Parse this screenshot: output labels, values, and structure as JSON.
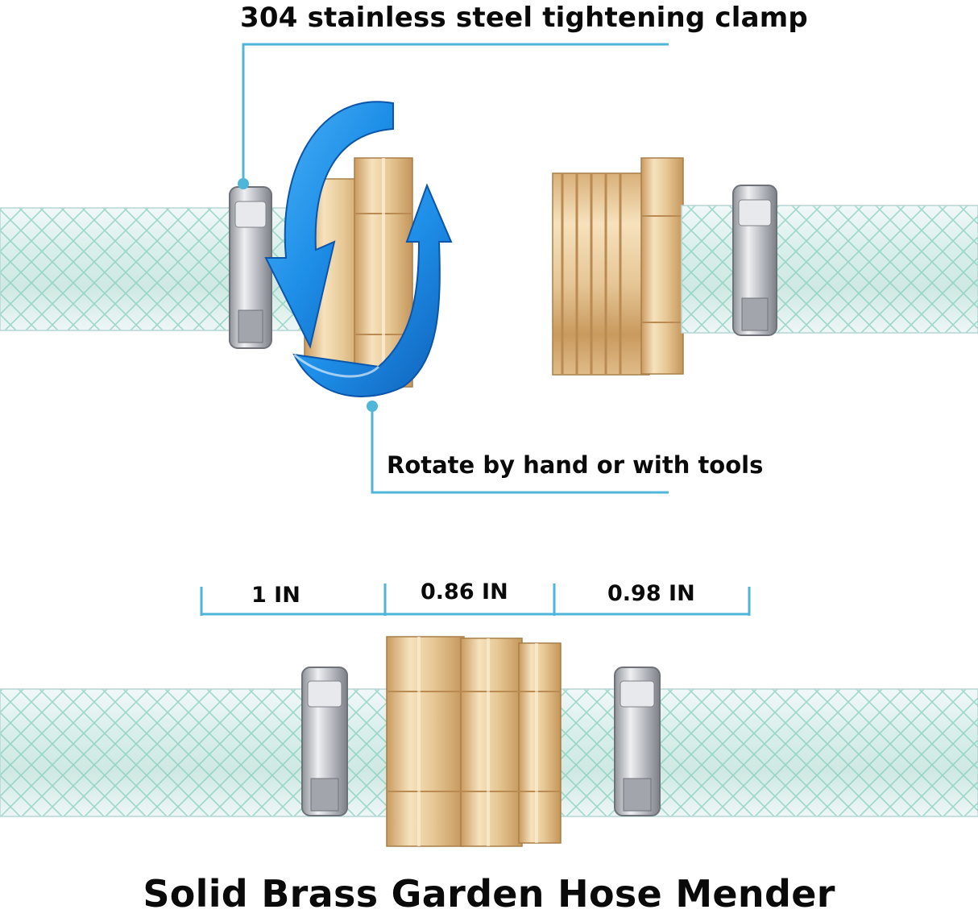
{
  "labels": {
    "clamp_callout": "304 stainless steel tightening clamp",
    "rotate_callout": "Rotate by hand or with tools",
    "title": "Solid Brass Garden Hose Mender"
  },
  "dimensions": [
    {
      "label": "1 IN"
    },
    {
      "label": "0.86 IN"
    },
    {
      "label": "0.98 IN"
    }
  ],
  "colors": {
    "callout_line": "#4fb6d8",
    "hose_fill": "#dcefee",
    "hose_mesh": "#7fcbb8",
    "brass_light": "#f5dfb6",
    "brass_dark": "#c99a5e",
    "clamp_steel": "#b9bcc2",
    "arrow_blue": "#1e8fe8",
    "text": "#0a0a0a"
  },
  "icons": [
    "rotate-arrows-icon"
  ]
}
